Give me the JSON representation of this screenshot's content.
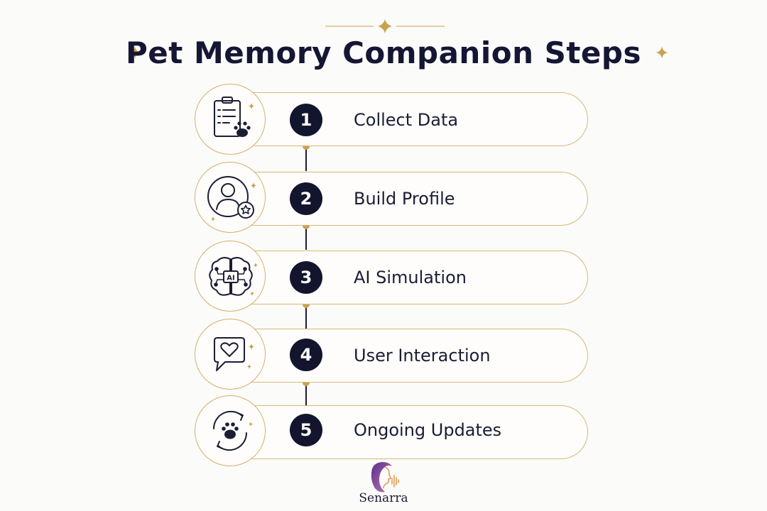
{
  "title": "Pet Memory Companion Steps",
  "accent_color": "#c9a24c",
  "dark_color": "#13152e",
  "steps": [
    {
      "number": "1",
      "label": "Collect Data",
      "icon": "clipboard-paw-icon"
    },
    {
      "number": "2",
      "label": "Build Profile",
      "icon": "user-star-icon"
    },
    {
      "number": "3",
      "label": "AI Simulation",
      "icon": "brain-ai-icon"
    },
    {
      "number": "4",
      "label": "User Interaction",
      "icon": "heart-chat-icon"
    },
    {
      "number": "5",
      "label": "Ongoing Updates",
      "icon": "paw-refresh-icon"
    }
  ],
  "brand": {
    "name": "Senarra",
    "logo_icon": "woman-profile-logo-icon"
  }
}
